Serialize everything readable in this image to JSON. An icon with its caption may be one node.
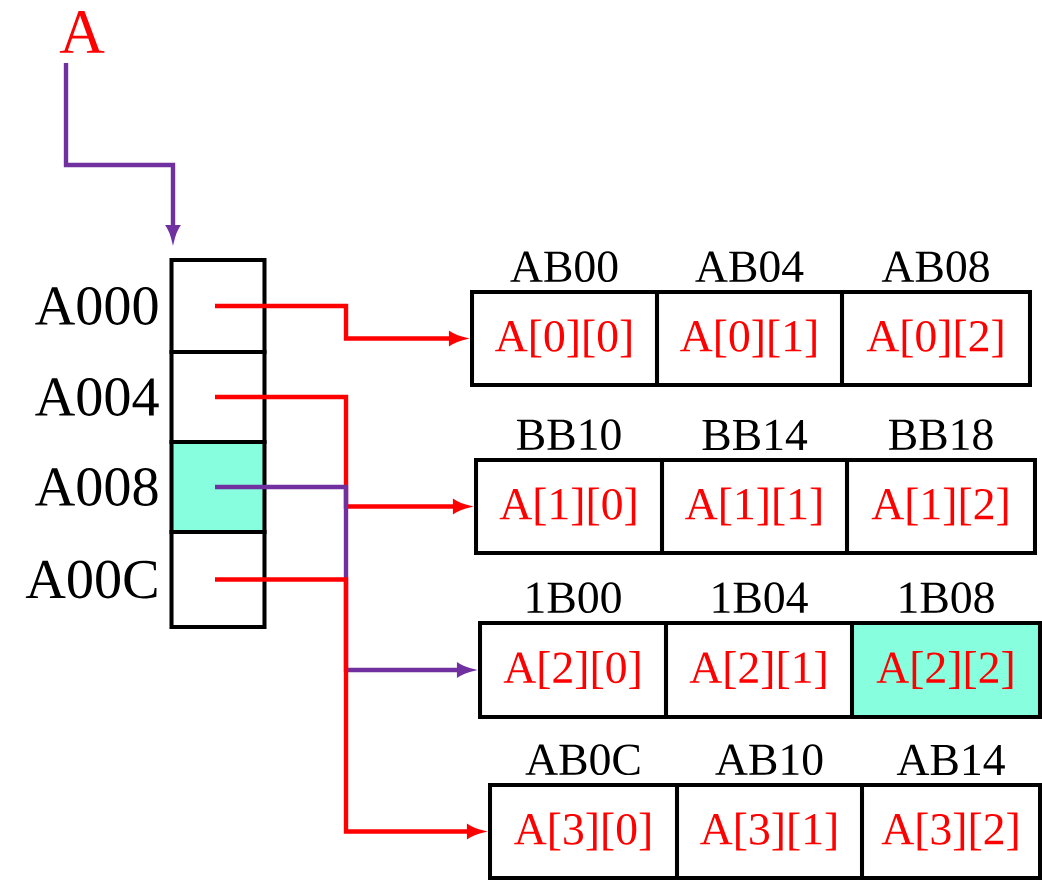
{
  "diagram": {
    "nodes": [
      {
        "text": [
          "A"
        ]
      },
      {
        "text": [],
        "shape": "box",
        "beside": [
          "A000"
        ]
      },
      {
        "text": [],
        "shape": "box",
        "beside": [
          "A004"
        ]
      },
      {
        "text": [],
        "shape": "box",
        "beside": [
          "A008"
        ]
      },
      {
        "text": [],
        "shape": "box",
        "beside": [
          "A00C"
        ]
      },
      {
        "text": [
          "A[0][0]"
        ],
        "beside": [
          "AB00"
        ]
      },
      {
        "text": [
          "A[0][1]"
        ],
        "beside": [
          "AB04"
        ]
      },
      {
        "text": [
          "A[0][2]"
        ],
        "beside": [
          "AB08"
        ]
      },
      {
        "text": [
          "A[1][0]"
        ],
        "beside": [
          "BB10"
        ]
      },
      {
        "text": [
          "A[1][1]"
        ],
        "beside": [
          "BB14"
        ]
      },
      {
        "text": [
          "A[1][2]"
        ],
        "beside": [
          "BB18"
        ]
      },
      {
        "text": [
          "A[2][0]"
        ],
        "beside": [
          "1B00"
        ]
      },
      {
        "text": [
          "A[2][1]"
        ],
        "beside": [
          "1B04"
        ]
      },
      {
        "text": [
          "A[2][2]"
        ],
        "beside": [
          "1B08"
        ]
      },
      {
        "text": [
          "A[3][0]"
        ],
        "beside": [
          "AB0C"
        ]
      },
      {
        "text": [
          "A[3][1]"
        ],
        "beside": [
          "AB10"
        ]
      },
      {
        "text": [
          "A[3][2]"
        ],
        "beside": [
          "AB14"
        ]
      }
    ],
    "edges": [
      {
        "from": 0,
        "to": 1,
        "arrow": "to",
        "color": "#7030a0"
      },
      {
        "from": 1,
        "to": 5,
        "arrow": "to"
      },
      {
        "from": 2,
        "to": 8,
        "arrow": "to"
      },
      {
        "from": 3,
        "to": 11,
        "arrow": "to",
        "color": "#7030a0"
      },
      {
        "from": 4,
        "to": 14,
        "arrow": "to"
      }
    ]
  }
}
